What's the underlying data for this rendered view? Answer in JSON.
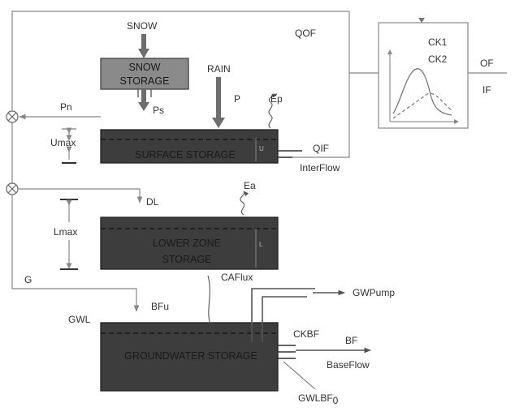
{
  "colors": {
    "line": "#888888",
    "dark_tank": "#3d3d3d",
    "snow_tank": "#8a8a8a",
    "arrow_fill": "#6e6e6e",
    "text": "#333333"
  },
  "snow_storage": {
    "inflow_label": "SNOW",
    "line1": "SNOW",
    "line2": "STORAGE",
    "outflow_label": "Ps"
  },
  "rain": {
    "label": "RAIN",
    "flow_label": "P"
  },
  "surface_storage": {
    "label": "SURFACE STORAGE",
    "level_label": "U",
    "evap_label": "Ep",
    "max_label": "Umax",
    "drain_label": "QIF",
    "drain_name": "InterFlow"
  },
  "overland_flow_label": "QOF",
  "routing_box": {
    "param1": "CK1",
    "param2": "CK2",
    "out1": "OF",
    "out2": "IF"
  },
  "partition_pn_label": "Pn",
  "lower_zone_storage": {
    "line1": "LOWER ZONE",
    "line2": "STORAGE",
    "level_label": "L",
    "inflow_label": "DL",
    "evap_label": "Ea",
    "max_label": "Lmax",
    "capillary_label": "CAFlux"
  },
  "groundwater_recharge_label": "G",
  "groundwater_storage": {
    "label": "GROUNDWATER STORAGE",
    "inflow_label": "BFu",
    "level_label": "GWL",
    "pump_label": "GWPump",
    "baseflow_param": "CKBF",
    "baseflow_short": "BF",
    "baseflow_name": "BaseFlow",
    "threshold_label": "GWLBF",
    "threshold_sub": "0"
  }
}
